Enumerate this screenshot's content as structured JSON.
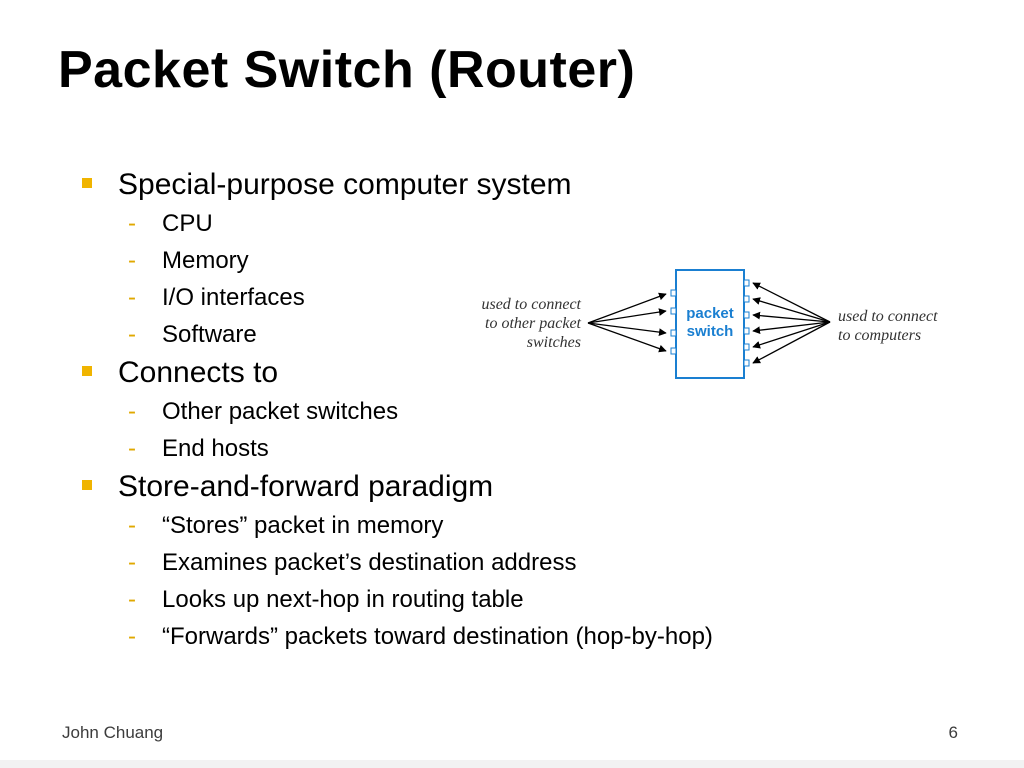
{
  "slide": {
    "title": "Packet Switch (Router)",
    "bullets": [
      {
        "text": "Special-purpose computer system",
        "sub": [
          "CPU",
          "Memory",
          "I/O interfaces",
          "Software"
        ]
      },
      {
        "text": "Connects to",
        "sub": [
          "Other packet switches",
          "End hosts"
        ]
      },
      {
        "text": "Store-and-forward paradigm",
        "sub": [
          "“Stores” packet in memory",
          "Examines packet’s destination address",
          "Looks up next-hop in routing table",
          "“Forwards” packets toward destination (hop-by-hop)"
        ]
      }
    ],
    "sub_marker": "-"
  },
  "diagram": {
    "box_line1": "packet",
    "box_line2": "switch",
    "left_caption": [
      "used to connect",
      "to other packet",
      "switches"
    ],
    "right_caption": [
      "used to connect",
      "to computers"
    ],
    "box_color": "#1a7fd1"
  },
  "footer": {
    "author": "John Chuang",
    "page": "6"
  },
  "colors": {
    "bullet": "#f0b400",
    "dash": "#e0a800"
  }
}
